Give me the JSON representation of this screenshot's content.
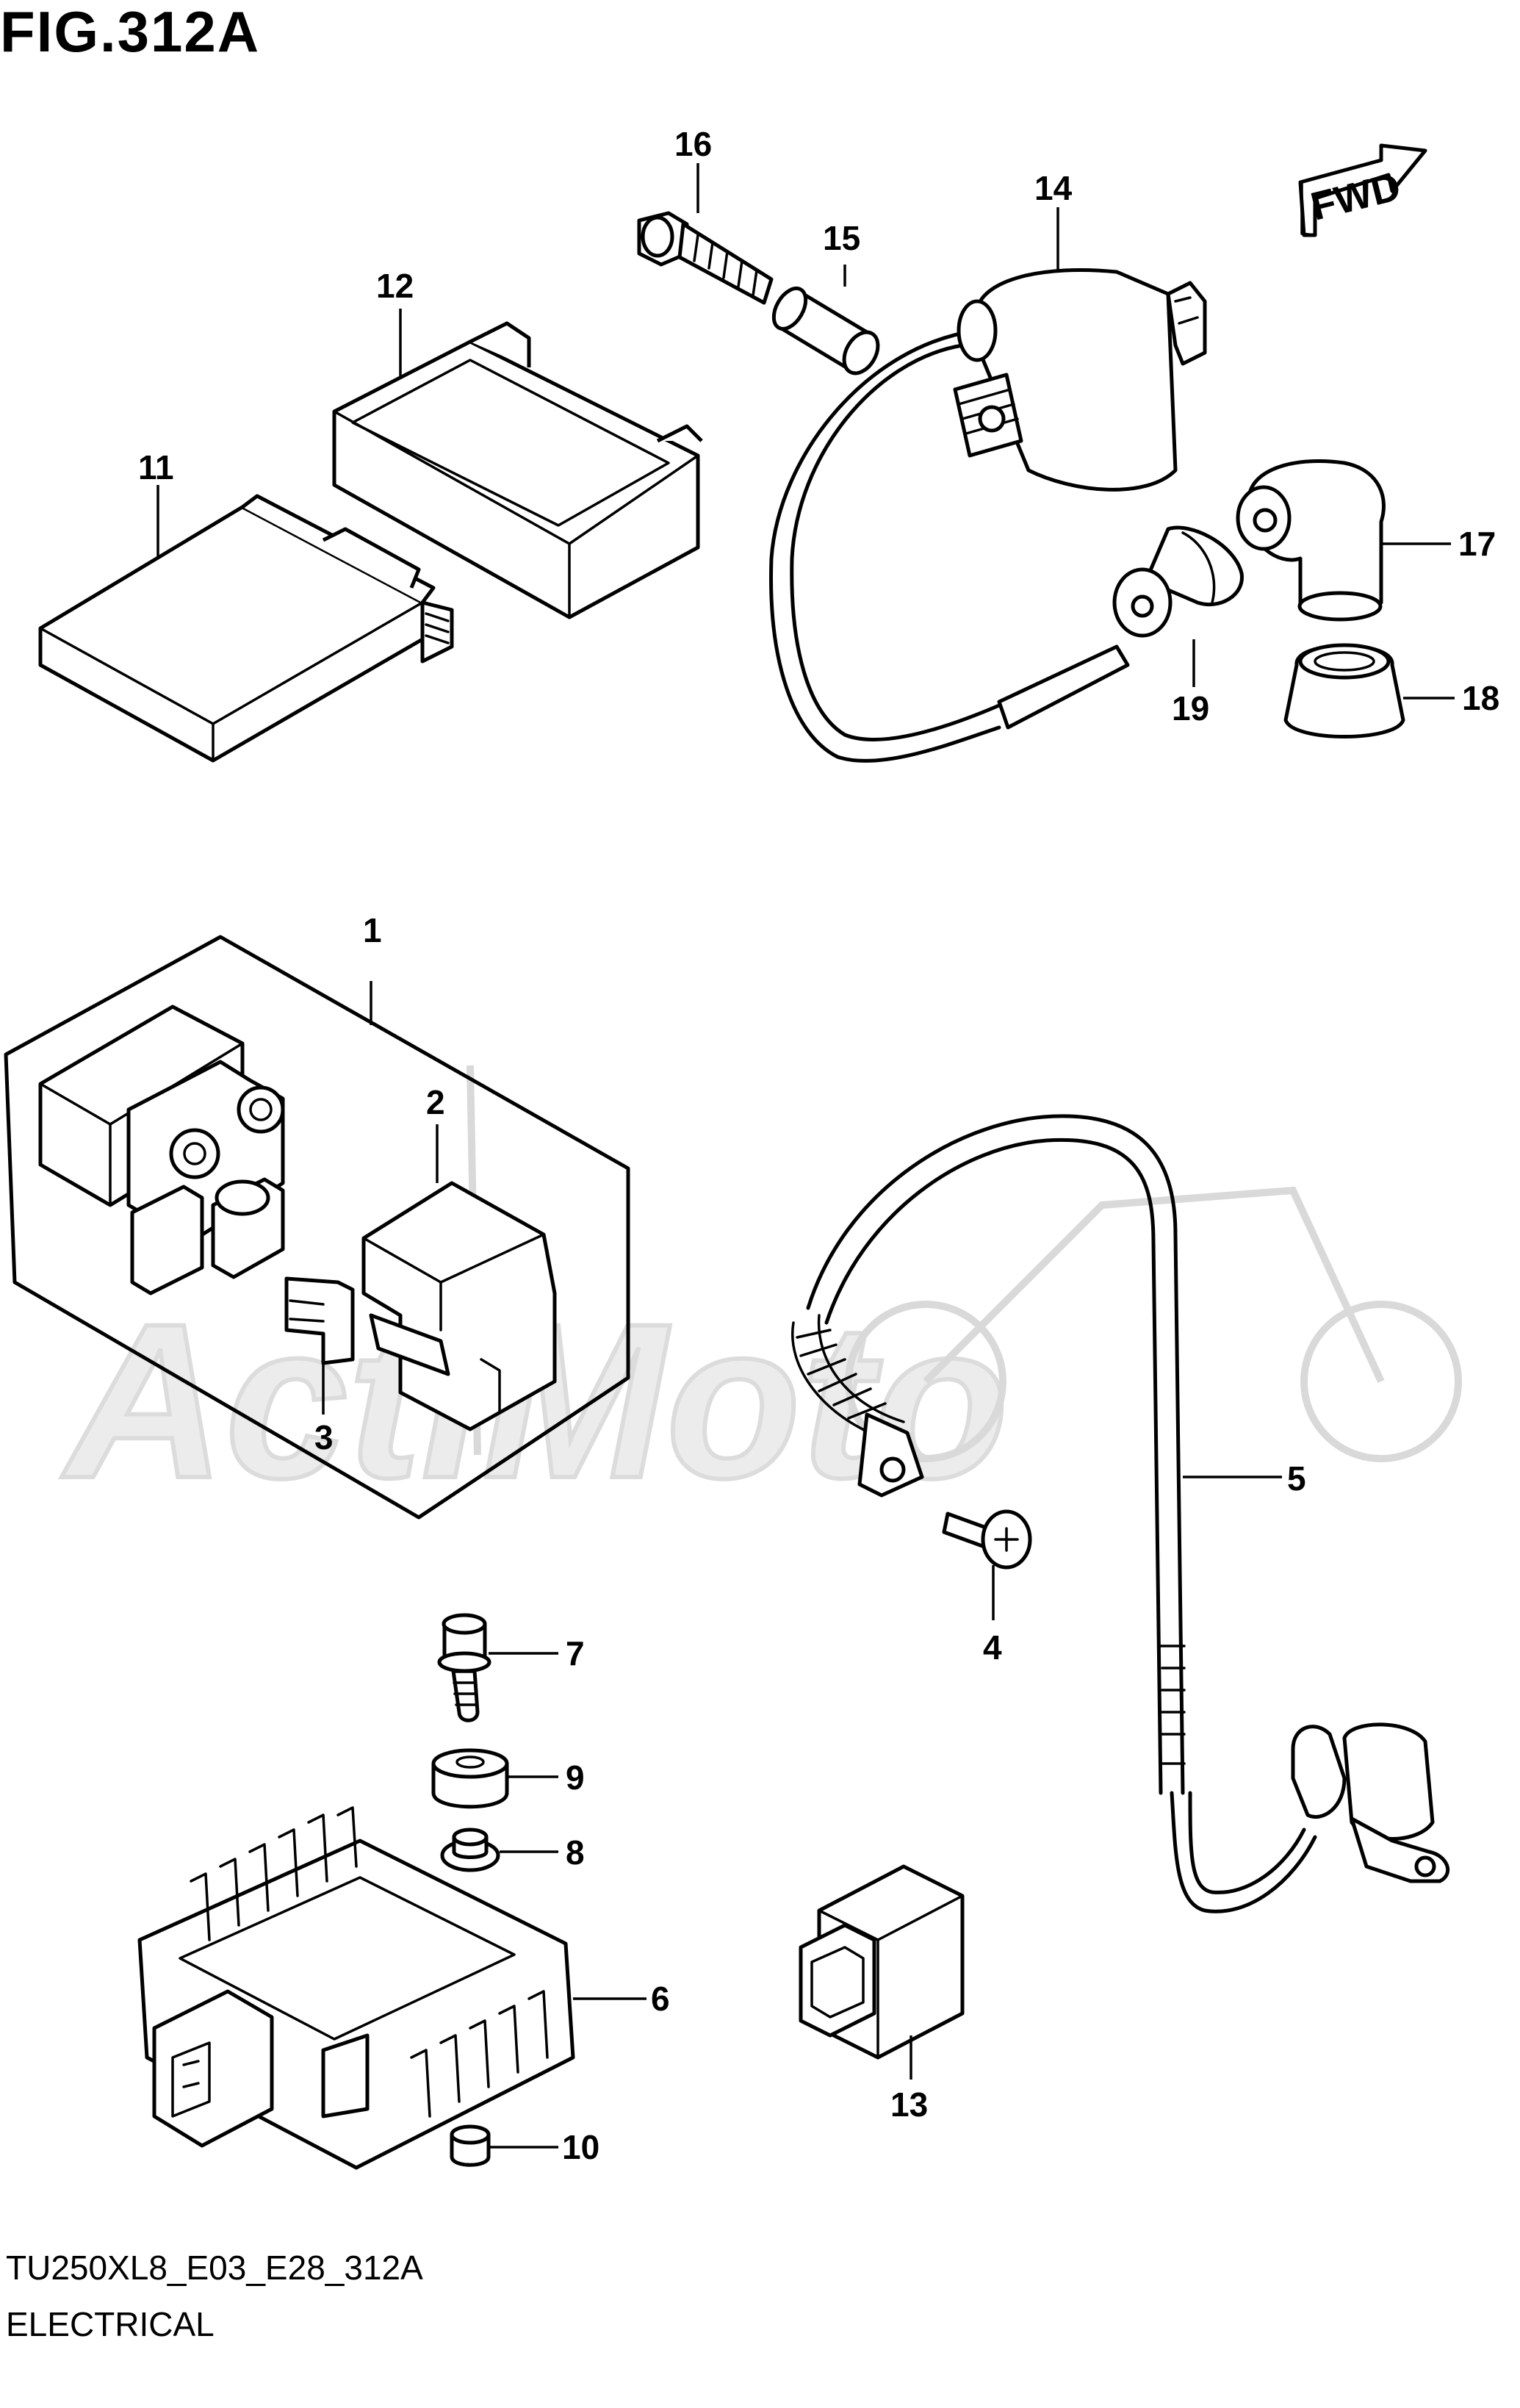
{
  "figure": {
    "title": "FIG.312A",
    "code": "TU250XL8_E03_E28_312A",
    "name": "ELECTRICAL",
    "direction_label": "FWD"
  },
  "part_numbers": [
    "1",
    "2",
    "3",
    "4",
    "5",
    "6",
    "7",
    "8",
    "9",
    "10",
    "11",
    "12",
    "13",
    "14",
    "15",
    "16",
    "17",
    "18",
    "19"
  ],
  "colors": {
    "line": "#000000",
    "background": "#ffffff",
    "watermark": "#d9d9d9"
  }
}
